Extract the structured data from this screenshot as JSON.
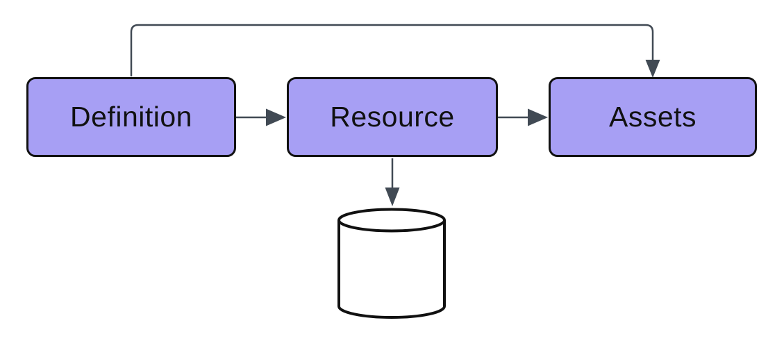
{
  "diagram": {
    "background": "#ffffff",
    "colors": {
      "node_fill": "#a79ff4",
      "node_border": "#111111",
      "label_text": "#111111",
      "connector": "#414a54",
      "cylinder_fill": "#ffffff",
      "cylinder_stroke": "#111111"
    },
    "nodes": [
      {
        "id": "definition",
        "label": "Definition",
        "shape": "rounded-rectangle"
      },
      {
        "id": "resource",
        "label": "Resource",
        "shape": "rounded-rectangle"
      },
      {
        "id": "assets",
        "label": "Assets",
        "shape": "rounded-rectangle"
      },
      {
        "id": "database",
        "label": "",
        "shape": "cylinder"
      }
    ],
    "edges": [
      {
        "id": "definition-to-resource",
        "from": "definition",
        "to": "resource",
        "style": "straight-arrow-right"
      },
      {
        "id": "resource-to-assets",
        "from": "resource",
        "to": "assets",
        "style": "straight-arrow-right"
      },
      {
        "id": "definition-to-assets",
        "from": "definition",
        "to": "assets",
        "style": "elbow-over-top-arrow-down"
      },
      {
        "id": "resource-to-database",
        "from": "resource",
        "to": "database",
        "style": "straight-arrow-down"
      }
    ]
  }
}
